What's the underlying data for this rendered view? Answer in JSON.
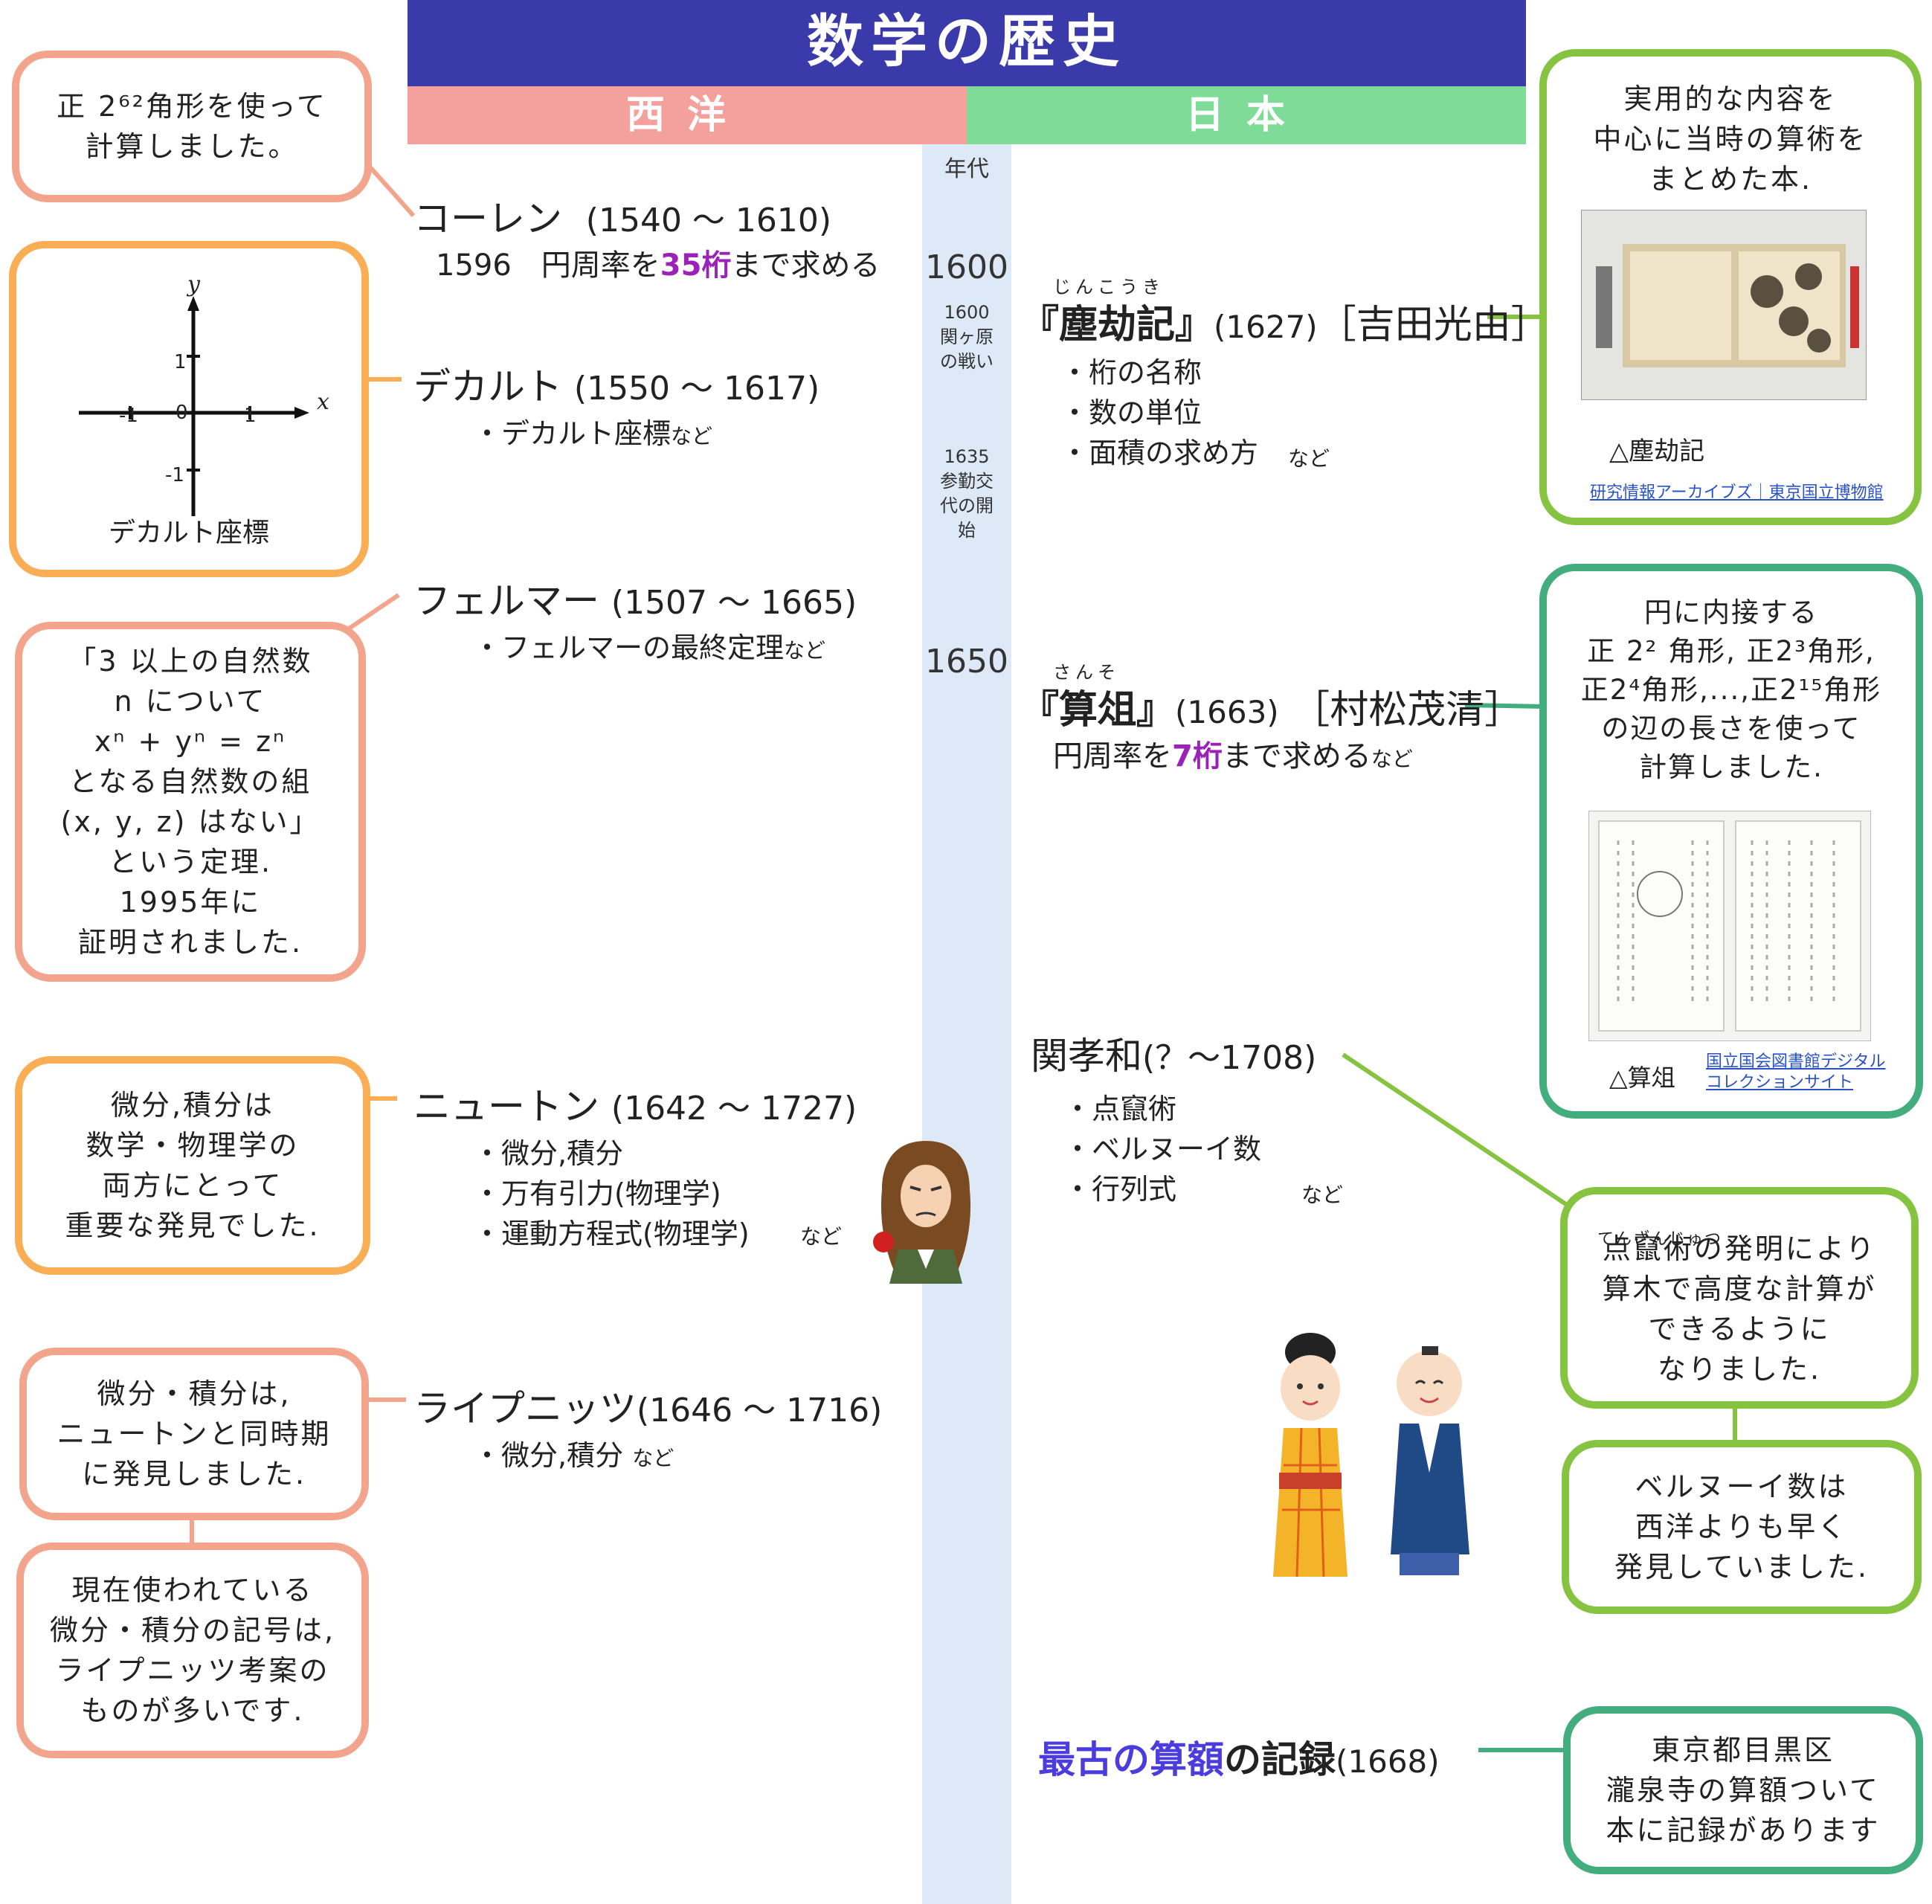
{
  "header": {
    "title": "数学の歴史",
    "west": "西洋",
    "japan": "日本"
  },
  "timeline": {
    "label": "年代",
    "y1600": "1600",
    "event_sekigahara": "1600\n関ヶ原\nの戦い",
    "event_sankin": "1635\n参勤交\n代の開\n始",
    "y1650": "1650"
  },
  "west": {
    "ceulen": {
      "name": "コーレン",
      "years": "(1540 ～ 1610)",
      "d1": "1596　円周率を",
      "d2": "35桁",
      "d3": "まで求める"
    },
    "descartes": {
      "name": "デカルト",
      "years": "(1550 ～ 1617)",
      "detail": "・デカルト座標",
      "nado": "など"
    },
    "fermat": {
      "name": "フェルマー",
      "years": "(1507 ～ 1665)",
      "detail": "・フェルマーの最終定理",
      "nado": "など"
    },
    "newton": {
      "name": "ニュートン",
      "years": "(1642 ～ 1727)",
      "detail": "・微分,積分\n・万有引力(物理学)\n・運動方程式(物理学)",
      "nado": "など"
    },
    "leibniz": {
      "name": "ライプニッツ",
      "years": "(1646 ～ 1716)",
      "detail": "・微分,積分",
      "nado": "など"
    }
  },
  "left_boxes": {
    "ceulen": "正 2⁶²角形を使って\n計算しました。",
    "graph": {
      "caption": "デカルト座標",
      "y": "y",
      "x": "x",
      "one_y": "1",
      "neg_one_y": "-1",
      "one_x": "1",
      "neg_one_x": "-1",
      "zero": "0"
    },
    "fermat": "「3 以上の自然数\nn について\nxⁿ + yⁿ = zⁿ\nとなる自然数の組\n(x, y, z) はない」\nという定理.\n1995年に\n証明されました.",
    "newton": "微分,積分は\n数学・物理学の\n両方にとって\n重要な発見でした.",
    "leibniz1": "微分・積分は,\nニュートンと同時期\nに発見しました.",
    "leibniz2": "現在使われている\n微分・積分の記号は,\nライプニッツ考案の\nものが多いです."
  },
  "japan": {
    "jinkoki": {
      "ruby": "じんこうき",
      "title": "『塵劫記』",
      "year": "(1627)",
      "author": "［吉田光由］",
      "detail": "・桁の名称\n・数の単位\n・面積の求め方",
      "nado": "など"
    },
    "sanso": {
      "ruby": "さんそ",
      "title": "『算俎』",
      "year": "(1663)",
      "author": "［村松茂清］",
      "d1": "円周率を",
      "d2": "7桁",
      "d3": "まで求める",
      "nado": "など"
    },
    "seki": {
      "name": "関孝和",
      "years": "(？～1708)",
      "detail": "・点竄術\n・ベルヌーイ数\n・行列式",
      "nado": "など"
    },
    "sangaku": {
      "t1": "最古の算額",
      "t2": "の記録",
      "year": "(1668)"
    }
  },
  "right_boxes": {
    "jinkoki": {
      "text": "実用的な内容を\n中心に当時の算術を\nまとめた本.",
      "caption": "△塵劫記",
      "credit": "研究情報アーカイブズ｜東京国立博物館"
    },
    "sanso": {
      "text": "円に内接する\n正 2² 角形, 正2³角形,\n正2⁴角形,...,正2¹⁵角形\nの辺の長さを使って\n計算しました.",
      "caption": "△算俎",
      "credit": "国立国会図書館デジタル\nコレクションサイト"
    },
    "tenzan": {
      "ruby": "てんざんじゅつ",
      "text": "点竄術の発明により\n算木で高度な計算が\nできるように\nなりました."
    },
    "bernoulli": "ベルヌーイ数は\n西洋よりも早く\n発見していました.",
    "sangaku": "東京都目黒区\n瀧泉寺の算額ついて\n本に記録があります"
  },
  "colors": {
    "title": "#3a3aaa",
    "west": "#f4a19d",
    "japan": "#7fdc98",
    "timeline": "#dde9f6",
    "salmon": "#f2a58c",
    "orange": "#f9ae55",
    "lime": "#86c340",
    "teal": "#43ad7e",
    "highlight": "#9a22b8"
  }
}
